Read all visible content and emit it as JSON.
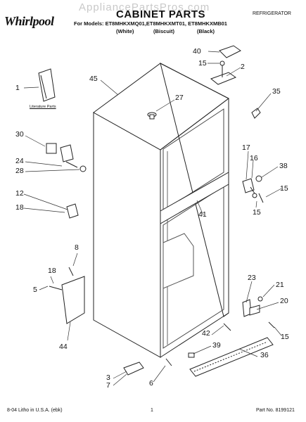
{
  "header": {
    "logo": "Whirlpool",
    "watermark": "AppliancePartsPros.com",
    "title": "CABINET PARTS",
    "category": "REFRIGERATOR",
    "models": "For Models: ET8MHKXMQ01,ET8MHKXMT01, ET8MHKXMB01",
    "colors": [
      "(White)",
      "(Biscuit)",
      "(Black)"
    ]
  },
  "literature_label": "Literature Parts",
  "callouts": [
    "1",
    "2",
    "3",
    "5",
    "6",
    "7",
    "8",
    "12",
    "15",
    "15",
    "15",
    "15",
    "16",
    "17",
    "18",
    "18",
    "20",
    "21",
    "23",
    "24",
    "27",
    "28",
    "30",
    "35",
    "36",
    "38",
    "39",
    "40",
    "41",
    "42",
    "44",
    "45"
  ],
  "footer": {
    "left": "8-04 Litho in U.S.A. (ebk)",
    "page": "1",
    "part_no": "Part No. 8199121"
  }
}
